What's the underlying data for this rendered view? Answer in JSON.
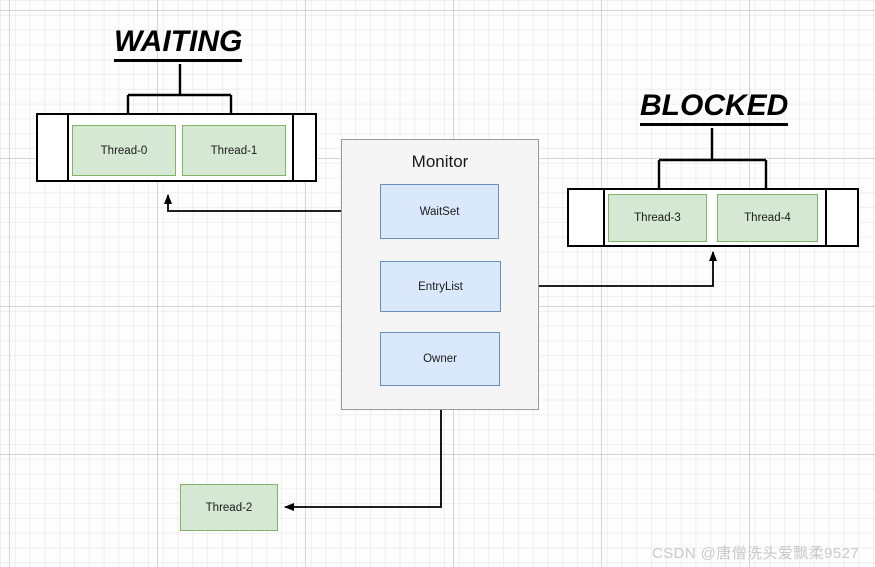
{
  "diagram": {
    "title_waiting": "WAITING",
    "title_blocked": "BLOCKED",
    "monitor_label": "Monitor",
    "colors": {
      "thread_fill": "#d5e8d4",
      "thread_stroke": "#82b366",
      "slot_fill": "#dae8fc",
      "slot_stroke": "#6c8ebf",
      "monitor_fill": "#f5f5f5",
      "monitor_stroke": "#999999",
      "edge": "#000000",
      "background": "#fdfdfd"
    }
  },
  "waiting_queue": {
    "threads": [
      {
        "label": "Thread-0"
      },
      {
        "label": "Thread-1"
      }
    ]
  },
  "blocked_queue": {
    "threads": [
      {
        "label": "Thread-3"
      },
      {
        "label": "Thread-4"
      }
    ]
  },
  "monitor": {
    "label": "Monitor",
    "slots": [
      {
        "label": "WaitSet"
      },
      {
        "label": "EntryList"
      },
      {
        "label": "Owner"
      }
    ]
  },
  "owner_thread": {
    "label": "Thread-2"
  },
  "watermark": {
    "text": "CSDN @唐僧洗头爱飘柔9527"
  }
}
